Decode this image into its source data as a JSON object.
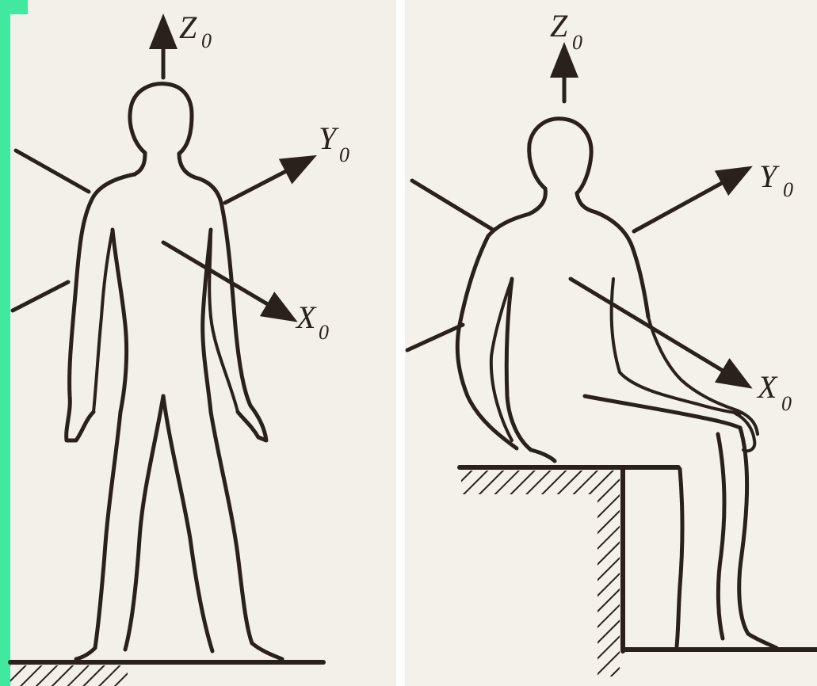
{
  "colors": {
    "ink": "#2a211d",
    "paper": "#f3efe9",
    "accent_green": "#40e8a0"
  },
  "figures": [
    {
      "pose": "standing",
      "axes": {
        "z": {
          "letter": "Z",
          "subscript": "0"
        },
        "y": {
          "letter": "Y",
          "subscript": "0"
        },
        "x": {
          "letter": "X",
          "subscript": "0"
        }
      }
    },
    {
      "pose": "seated",
      "axes": {
        "z": {
          "letter": "Z",
          "subscript": "0"
        },
        "y": {
          "letter": "Y",
          "subscript": "0"
        },
        "x": {
          "letter": "X",
          "subscript": "0"
        }
      }
    }
  ]
}
